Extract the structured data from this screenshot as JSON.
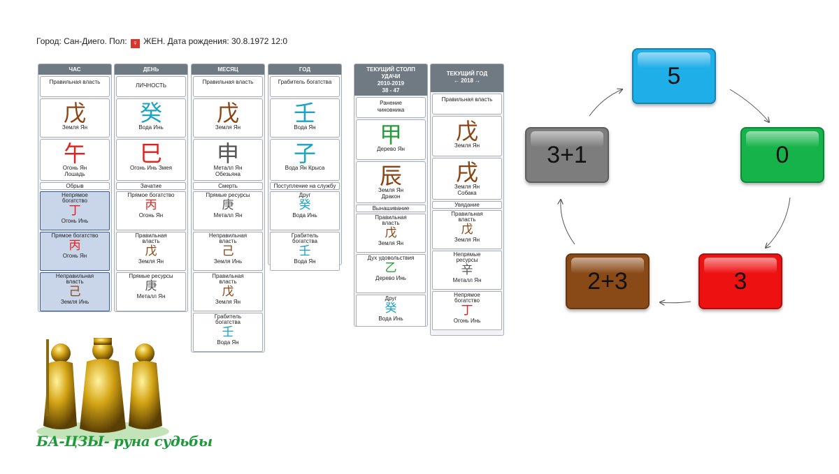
{
  "header": {
    "prefix": "Город: Сан-Диего. Пол:",
    "gender_symbol": "♀",
    "suffix": "ЖЕН. Дата рождения: 30.8.1972 12:0"
  },
  "pillars": {
    "hour": {
      "title": "ЧАС",
      "star": "Правильная власть",
      "stem": {
        "glyph": "戊",
        "label": "Земля Ян",
        "color": "#8b4513"
      },
      "branch": {
        "glyph": "午",
        "label": "Огонь Ян Лошадь",
        "color": "#e0231f"
      },
      "stage": "Обрыв",
      "hidden": [
        {
          "star": "Непрямое богатство",
          "glyph": "丁",
          "label": "Огонь Инь",
          "color": "#e0231f"
        },
        {
          "star": "Прямое богатство",
          "glyph": "丙",
          "label": "Огонь Ян",
          "color": "#e0231f"
        },
        {
          "star": "Неправильная власть",
          "glyph": "己",
          "label": "Земля Инь",
          "color": "#8b4513"
        }
      ]
    },
    "day": {
      "title": "ДЕНЬ",
      "star": "ЛИЧНОСТЬ",
      "stem": {
        "glyph": "癸",
        "label": "Вода Инь",
        "color": "#1aa3c4"
      },
      "branch": {
        "glyph": "巳",
        "label": "Огонь Инь Змея",
        "color": "#e0231f"
      },
      "stage": "Зачатие",
      "hidden": [
        {
          "star": "Прямое богатство",
          "glyph": "丙",
          "label": "Огонь Ян",
          "color": "#e0231f"
        },
        {
          "star": "Правильная власть",
          "glyph": "戊",
          "label": "Земля Ян",
          "color": "#8b4513"
        },
        {
          "star": "Прямые ресурсы",
          "glyph": "庚",
          "label": "Металл Ян",
          "color": "#555555"
        }
      ]
    },
    "month": {
      "title": "МЕСЯЦ",
      "star": "Правильная власть",
      "stem": {
        "glyph": "戊",
        "label": "Земля Ян",
        "color": "#8b4513"
      },
      "branch": {
        "glyph": "申",
        "label": "Металл Ян Обезьяна",
        "color": "#555555"
      },
      "stage": "Смерть",
      "hidden": [
        {
          "star": "Прямые ресурсы",
          "glyph": "庚",
          "label": "Металл Ян",
          "color": "#555555"
        },
        {
          "star": "Неправильная власть",
          "glyph": "己",
          "label": "Земля Инь",
          "color": "#8b4513"
        },
        {
          "star": "Правильная власть",
          "glyph": "戊",
          "label": "Земля Ян",
          "color": "#8b4513"
        },
        {
          "star": "Грабитель богатства",
          "glyph": "壬",
          "label": "Вода Ян",
          "color": "#1aa3c4"
        }
      ]
    },
    "year": {
      "title": "ГОД",
      "star": "Грабитель богатства",
      "stem": {
        "glyph": "壬",
        "label": "Вода Ян",
        "color": "#1aa3c4"
      },
      "branch": {
        "glyph": "子",
        "label": "Вода Ян Крыса",
        "color": "#1aa3c4"
      },
      "stage": "Поступление на службу",
      "hidden": [
        {
          "star": "Друг",
          "glyph": "癸",
          "label": "Вода Инь",
          "color": "#1aa3c4"
        },
        {
          "star": "Грабитель богатства",
          "glyph": "壬",
          "label": "Вода Ян",
          "color": "#1aa3c4"
        }
      ]
    },
    "luck": {
      "title": "ТЕКУЩИЙ СТОЛП УДАЧИ",
      "subtitle": "2010-2019",
      "ages": "38 - 47",
      "star": "Ранение чиновника",
      "stem": {
        "glyph": "甲",
        "label": "Дерево Ян",
        "color": "#2a9d3a"
      },
      "branch": {
        "glyph": "辰",
        "label": "Земля Ян Дракон",
        "color": "#8b4513"
      },
      "stage": "Вынашивание",
      "hidden": [
        {
          "star": "Правильная власть",
          "glyph": "戊",
          "label": "Земля Ян",
          "color": "#8b4513"
        },
        {
          "star": "Дух удовольствия",
          "glyph": "乙",
          "label": "Дерево Инь",
          "color": "#2a9d3a"
        },
        {
          "star": "Друг",
          "glyph": "癸",
          "label": "Вода Инь",
          "color": "#1aa3c4"
        }
      ]
    },
    "current_year": {
      "title": "ТЕКУЩИЙ ГОД",
      "nav": "← 2018 →",
      "star": "Правильная власть",
      "stem": {
        "glyph": "戊",
        "label": "Земля Ян",
        "color": "#8b4513"
      },
      "branch": {
        "glyph": "戌",
        "label": "Земля Ян Собака",
        "color": "#8b4513"
      },
      "stage": "Увядание",
      "hidden": [
        {
          "star": "Правильная власть",
          "glyph": "戊",
          "label": "Земля Ян",
          "color": "#8b4513"
        },
        {
          "star": "Непрямые ресурсы",
          "glyph": "辛",
          "label": "Металл Ян",
          "color": "#555555"
        },
        {
          "star": "Непрямое богатство",
          "glyph": "丁",
          "label": "Огонь Инь",
          "color": "#e0231f"
        }
      ]
    }
  },
  "logo": {
    "caption": "БА-ЦЗЫ- руна судьбы",
    "text_color": "#1f9a3a"
  },
  "cycle": {
    "boxes": [
      {
        "label": "5",
        "color": "#1eaee8"
      },
      {
        "label": "0",
        "color": "#16b34a"
      },
      {
        "label": "3",
        "color": "#ee1111"
      },
      {
        "label": "2+3",
        "color": "#8a4a17"
      },
      {
        "label": "3+1",
        "color": "#7d7d7d"
      }
    ]
  }
}
